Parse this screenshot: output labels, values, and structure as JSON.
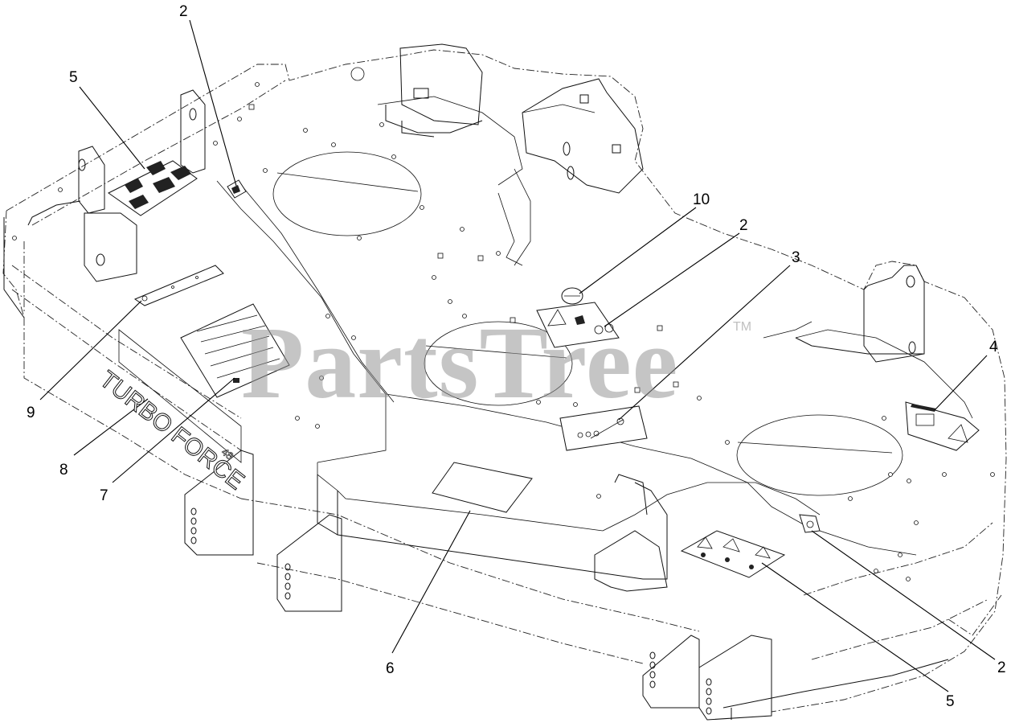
{
  "diagram": {
    "deck_text": {
      "brand": "TURBO FORCE",
      "size": "48"
    },
    "watermark": {
      "text": "PartsTree",
      "trademark": "TM"
    },
    "callouts": [
      {
        "id": "c-2-top",
        "label": "2"
      },
      {
        "id": "c-5-left",
        "label": "5"
      },
      {
        "id": "c-10",
        "label": "10"
      },
      {
        "id": "c-2-mid",
        "label": "2"
      },
      {
        "id": "c-3",
        "label": "3"
      },
      {
        "id": "c-4",
        "label": "4"
      },
      {
        "id": "c-9",
        "label": "9"
      },
      {
        "id": "c-8",
        "label": "8"
      },
      {
        "id": "c-7",
        "label": "7"
      },
      {
        "id": "c-6",
        "label": "6"
      },
      {
        "id": "c-2-right",
        "label": "2"
      },
      {
        "id": "c-5-right",
        "label": "5"
      }
    ]
  }
}
